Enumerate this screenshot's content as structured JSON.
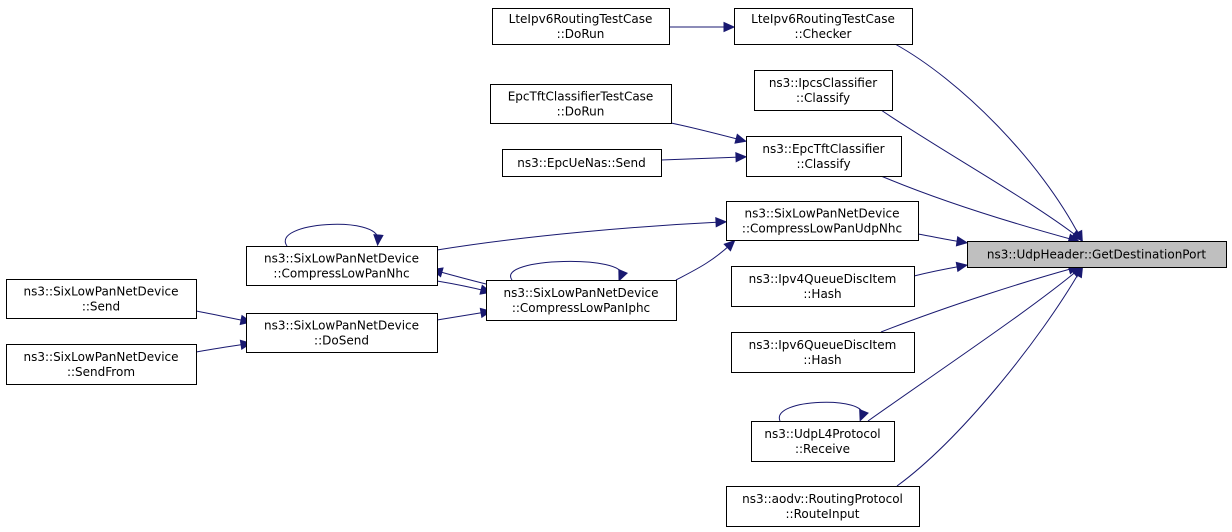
{
  "nodes": [
    {
      "id": "root",
      "lines": [
        "ns3::UdpHeader::GetDestinationPort"
      ],
      "root": true
    },
    {
      "id": "lte_checker",
      "lines": [
        "LteIpv6RoutingTestCase",
        "::Checker"
      ]
    },
    {
      "id": "lte_dorun",
      "lines": [
        "LteIpv6RoutingTestCase",
        "::DoRun"
      ]
    },
    {
      "id": "ipcs_classify",
      "lines": [
        "ns3::IpcsClassifier",
        "::Classify"
      ]
    },
    {
      "id": "epctft_testcase_dorun",
      "lines": [
        "EpcTftClassifierTestCase",
        "::DoRun"
      ]
    },
    {
      "id": "epcuenas_send",
      "lines": [
        "ns3::EpcUeNas::Send"
      ]
    },
    {
      "id": "epctft_classify",
      "lines": [
        "ns3::EpcTftClassifier",
        "::Classify"
      ]
    },
    {
      "id": "compress_udpnhc",
      "lines": [
        "ns3::SixLowPanNetDevice",
        "::CompressLowPanUdpNhc"
      ]
    },
    {
      "id": "compress_nhc",
      "lines": [
        "ns3::SixLowPanNetDevice",
        "::CompressLowPanNhc"
      ]
    },
    {
      "id": "compress_iphc",
      "lines": [
        "ns3::SixLowPanNetDevice",
        "::CompressLowPanIphc"
      ]
    },
    {
      "id": "sixlowpan_send",
      "lines": [
        "ns3::SixLowPanNetDevice",
        "::Send"
      ]
    },
    {
      "id": "sixlowpan_dosend",
      "lines": [
        "ns3::SixLowPanNetDevice",
        "::DoSend"
      ]
    },
    {
      "id": "sixlowpan_sendfrom",
      "lines": [
        "ns3::SixLowPanNetDevice",
        "::SendFrom"
      ]
    },
    {
      "id": "ipv4qdi_hash",
      "lines": [
        "ns3::Ipv4QueueDiscItem",
        "::Hash"
      ]
    },
    {
      "id": "ipv6qdi_hash",
      "lines": [
        "ns3::Ipv6QueueDiscItem",
        "::Hash"
      ]
    },
    {
      "id": "udpl4_receive",
      "lines": [
        "ns3::UdpL4Protocol",
        "::Receive"
      ]
    },
    {
      "id": "aodv_routeinput",
      "lines": [
        "ns3::aodv::RoutingProtocol",
        "::RouteInput"
      ]
    }
  ],
  "edges": [
    {
      "from": "lte_checker",
      "to": "root"
    },
    {
      "from": "ipcs_classify",
      "to": "root"
    },
    {
      "from": "epctft_classify",
      "to": "root"
    },
    {
      "from": "compress_udpnhc",
      "to": "root"
    },
    {
      "from": "ipv4qdi_hash",
      "to": "root"
    },
    {
      "from": "ipv6qdi_hash",
      "to": "root"
    },
    {
      "from": "udpl4_receive",
      "to": "root"
    },
    {
      "from": "aodv_routeinput",
      "to": "root"
    },
    {
      "from": "lte_dorun",
      "to": "lte_checker"
    },
    {
      "from": "epctft_testcase_dorun",
      "to": "epctft_classify"
    },
    {
      "from": "epcuenas_send",
      "to": "epctft_classify"
    },
    {
      "from": "compress_nhc",
      "to": "compress_udpnhc"
    },
    {
      "from": "compress_iphc",
      "to": "compress_udpnhc"
    },
    {
      "from": "compress_iphc",
      "to": "compress_nhc"
    },
    {
      "from": "compress_nhc",
      "to": "compress_iphc"
    },
    {
      "from": "compress_nhc",
      "to": "compress_nhc"
    },
    {
      "from": "compress_iphc",
      "to": "compress_iphc"
    },
    {
      "from": "sixlowpan_dosend",
      "to": "compress_iphc"
    },
    {
      "from": "sixlowpan_send",
      "to": "sixlowpan_dosend"
    },
    {
      "from": "sixlowpan_sendfrom",
      "to": "sixlowpan_dosend"
    },
    {
      "from": "udpl4_receive",
      "to": "udpl4_receive"
    }
  ]
}
